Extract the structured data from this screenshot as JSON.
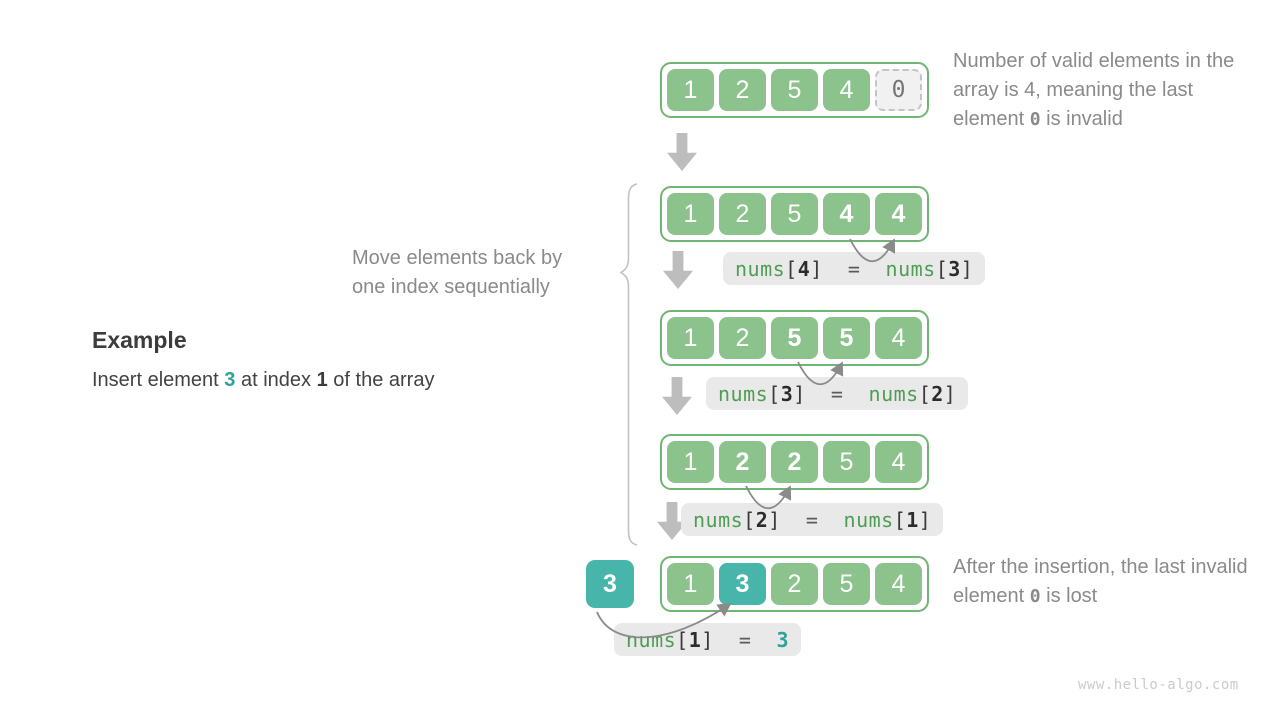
{
  "canvas": {
    "watermark": "www.hello-algo.com"
  },
  "colors": {
    "green_cell": "#8CC28C",
    "green_border": "#6FB573",
    "teal": "#48B5AB",
    "teal_text": "#2FA299",
    "code_green": "#4E9D52",
    "gray_text": "#8A8A8A",
    "dark_text": "#3C3C3C",
    "label_bg": "#E9E9E9",
    "arrow_gray": "#BDBDBD",
    "arc_gray": "#8A8A8A",
    "dashed_bg": "#F1F1F1",
    "dashed_border": "#C4C4C4",
    "dashed_text": "#757575",
    "watermark": "#CBCBCB"
  },
  "example": {
    "title": "Example",
    "line_parts": [
      {
        "t": "Insert element ",
        "c": "plain"
      },
      {
        "t": "3",
        "c": "teal-bold"
      },
      {
        "t": " at index ",
        "c": "plain"
      },
      {
        "t": "1",
        "c": "dark-bold"
      },
      {
        "t": " of the array",
        "c": "plain"
      }
    ]
  },
  "move_note": {
    "line1": "Move elements back by",
    "line2": "one index sequentially"
  },
  "annotations": {
    "top_parts": [
      {
        "t": "Number of valid elements in the array is 4, meaning the last element ",
        "c": "plain"
      },
      {
        "t": "0",
        "c": "code"
      },
      {
        "t": " is invalid",
        "c": "plain"
      }
    ],
    "bottom_parts": [
      {
        "t": "After the insertion, the last invalid element ",
        "c": "plain"
      },
      {
        "t": "0",
        "c": "code"
      },
      {
        "t": " is lost",
        "c": "plain"
      }
    ]
  },
  "inserted": {
    "value": "3"
  },
  "arrays": [
    {
      "cells": [
        {
          "v": "1",
          "s": "green"
        },
        {
          "v": "2",
          "s": "green"
        },
        {
          "v": "5",
          "s": "green"
        },
        {
          "v": "4",
          "s": "green"
        },
        {
          "v": "0",
          "s": "dashed"
        }
      ]
    },
    {
      "cells": [
        {
          "v": "1",
          "s": "green"
        },
        {
          "v": "2",
          "s": "green"
        },
        {
          "v": "5",
          "s": "green"
        },
        {
          "v": "4",
          "s": "green",
          "bold": true
        },
        {
          "v": "4",
          "s": "green",
          "bold": true
        }
      ]
    },
    {
      "cells": [
        {
          "v": "1",
          "s": "green"
        },
        {
          "v": "2",
          "s": "green"
        },
        {
          "v": "5",
          "s": "green",
          "bold": true
        },
        {
          "v": "5",
          "s": "green",
          "bold": true
        },
        {
          "v": "4",
          "s": "green"
        }
      ]
    },
    {
      "cells": [
        {
          "v": "1",
          "s": "green"
        },
        {
          "v": "2",
          "s": "green",
          "bold": true
        },
        {
          "v": "2",
          "s": "green",
          "bold": true
        },
        {
          "v": "5",
          "s": "green"
        },
        {
          "v": "4",
          "s": "green"
        }
      ]
    },
    {
      "cells": [
        {
          "v": "1",
          "s": "green"
        },
        {
          "v": "3",
          "s": "teal",
          "bold": true
        },
        {
          "v": "2",
          "s": "green"
        },
        {
          "v": "5",
          "s": "green"
        },
        {
          "v": "4",
          "s": "green"
        }
      ]
    }
  ],
  "labels": [
    {
      "parts": [
        {
          "t": "nums",
          "c": "fn"
        },
        {
          "t": "[",
          "c": "br"
        },
        {
          "t": "4",
          "c": "num"
        },
        {
          "t": "]",
          "c": "br"
        },
        {
          "t": "  =  ",
          "c": "eq"
        },
        {
          "t": "nums",
          "c": "fn"
        },
        {
          "t": "[",
          "c": "br"
        },
        {
          "t": "3",
          "c": "num"
        },
        {
          "t": "]",
          "c": "br"
        }
      ]
    },
    {
      "parts": [
        {
          "t": "nums",
          "c": "fn"
        },
        {
          "t": "[",
          "c": "br"
        },
        {
          "t": "3",
          "c": "num"
        },
        {
          "t": "]",
          "c": "br"
        },
        {
          "t": "  =  ",
          "c": "eq"
        },
        {
          "t": "nums",
          "c": "fn"
        },
        {
          "t": "[",
          "c": "br"
        },
        {
          "t": "2",
          "c": "num"
        },
        {
          "t": "]",
          "c": "br"
        }
      ]
    },
    {
      "parts": [
        {
          "t": "nums",
          "c": "fn"
        },
        {
          "t": "[",
          "c": "br"
        },
        {
          "t": "2",
          "c": "num"
        },
        {
          "t": "]",
          "c": "br"
        },
        {
          "t": "  =  ",
          "c": "eq"
        },
        {
          "t": "nums",
          "c": "fn"
        },
        {
          "t": "[",
          "c": "br"
        },
        {
          "t": "1",
          "c": "num"
        },
        {
          "t": "]",
          "c": "br"
        }
      ]
    },
    {
      "parts": [
        {
          "t": "nums",
          "c": "fn"
        },
        {
          "t": "[",
          "c": "br"
        },
        {
          "t": "1",
          "c": "num"
        },
        {
          "t": "]",
          "c": "br"
        },
        {
          "t": "  =  ",
          "c": "eq"
        },
        {
          "t": "3",
          "c": "tealnum"
        }
      ]
    }
  ]
}
